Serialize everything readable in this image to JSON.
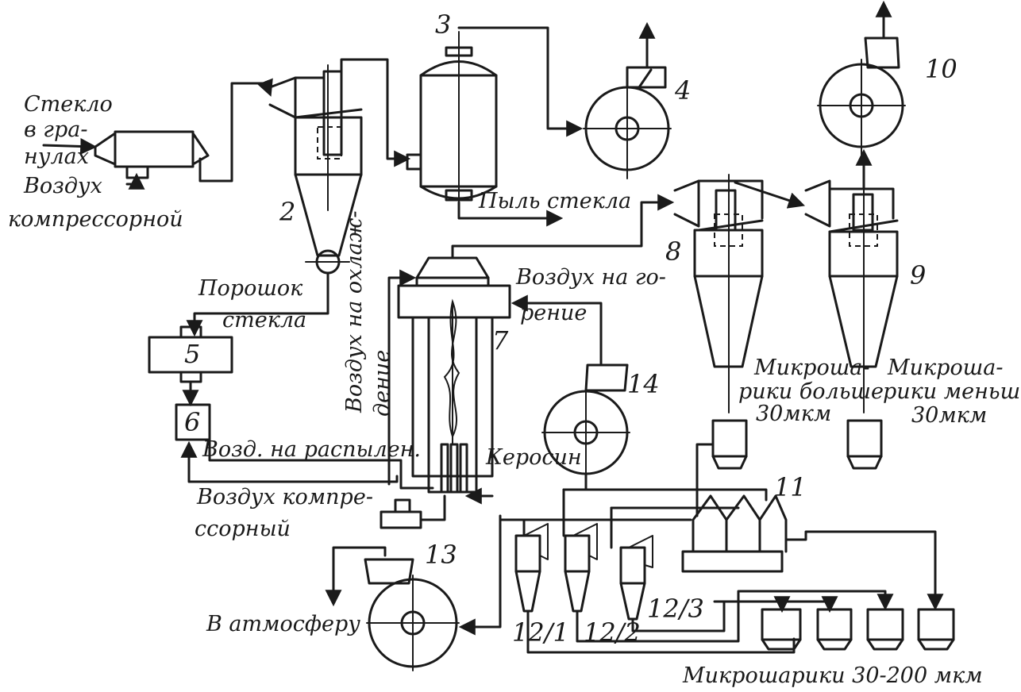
{
  "labels": {
    "glass_1": "Стекло",
    "glass_2": "в гра-",
    "glass_3": "нулах",
    "air_comp_1": "Воздух",
    "air_comp_2": "компрессорной",
    "dust": "Пыль стекла",
    "powder_1": "Порошок",
    "powder_2": "стекла",
    "cooling_1": "Воздух на охлаж-",
    "cooling_2": "дение",
    "comb_1": "Воздух на го-",
    "comb_2": "рение",
    "atom_air": "Возд. на распылен.",
    "air_comp2_1": "Воздух компре-",
    "air_comp2_2": "ссорный",
    "kerosene": "Керосин",
    "micro_big_1": "Микроша-",
    "micro_big_2": "рики больше",
    "micro_big_3": "30мкм",
    "micro_small_1": "Микроша-",
    "micro_small_2": "рики меньше",
    "micro_small_3": "30мкм",
    "atmosphere": "В атмосферу",
    "micro_range": "Микрошарики 30-200 мкм"
  },
  "numbers": {
    "n2": "2",
    "n3": "3",
    "n4": "4",
    "n5": "5",
    "n6": "6",
    "n7": "7",
    "n8": "8",
    "n9": "9",
    "n10": "10",
    "n11": "11",
    "n13": "13",
    "n14": "14",
    "n12_1": "12/1",
    "n12_2": "12/2",
    "n12_3": "12/3"
  }
}
